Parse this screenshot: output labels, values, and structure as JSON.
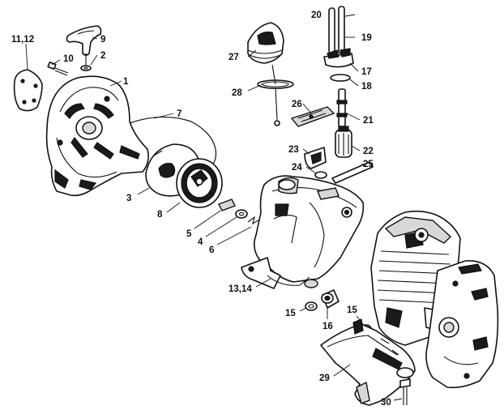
{
  "diagram": {
    "labels": {
      "p1": "1",
      "p2": "2",
      "p3": "3",
      "p4": "4",
      "p5": "5",
      "p6": "6",
      "p7": "7",
      "p8": "8",
      "p9": "9",
      "p10": "10",
      "p11_12": "11,12",
      "p13_14": "13,14",
      "p15a": "15",
      "p15b": "15",
      "p16": "16",
      "p17": "17",
      "p18": "18",
      "p19": "19",
      "p20": "20",
      "p21": "21",
      "p22": "22",
      "p23": "23",
      "p24": "24",
      "p25": "25",
      "p26": "26",
      "p27": "27",
      "p28": "28",
      "p29": "29",
      "p30": "30"
    }
  }
}
